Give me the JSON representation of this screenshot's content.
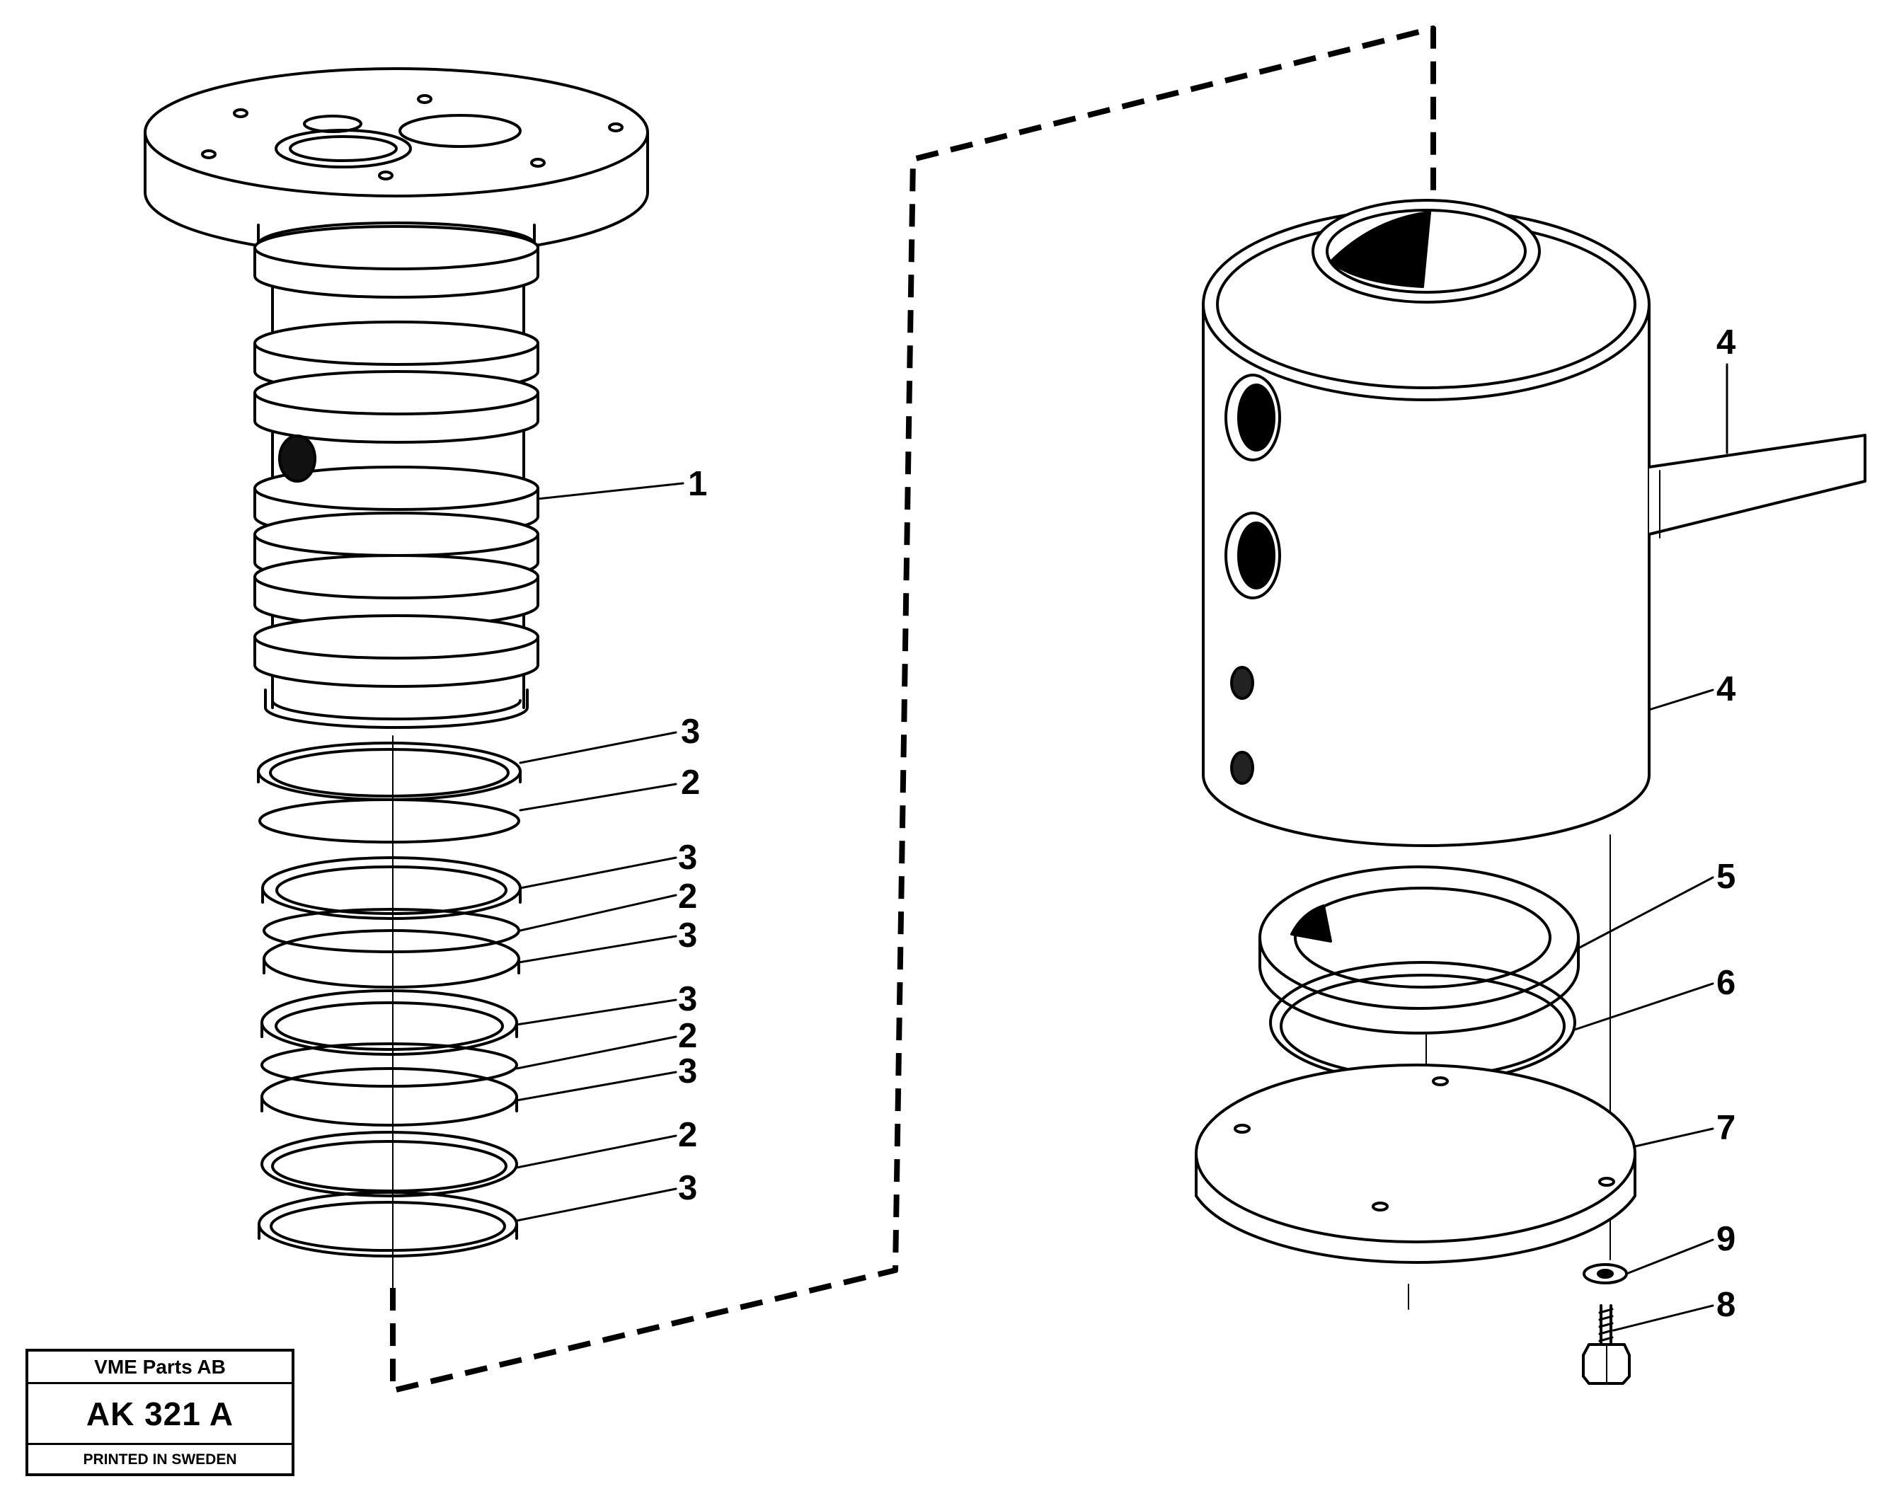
{
  "title_block": {
    "company": "VME Parts AB",
    "drawing_number": "AK 321 A",
    "footer": "PRINTED IN SWEDEN"
  },
  "callouts": {
    "c1": "1",
    "c3a": "3",
    "c2a": "2",
    "c3b": "3",
    "c2b": "2",
    "c3c": "3",
    "c3d": "3",
    "c2c": "2",
    "c3e": "3",
    "c2d": "2",
    "c3f": "3",
    "c4a": "4",
    "c4b": "4",
    "c5": "5",
    "c6": "6",
    "c7": "7",
    "c9": "9",
    "c8": "8"
  }
}
